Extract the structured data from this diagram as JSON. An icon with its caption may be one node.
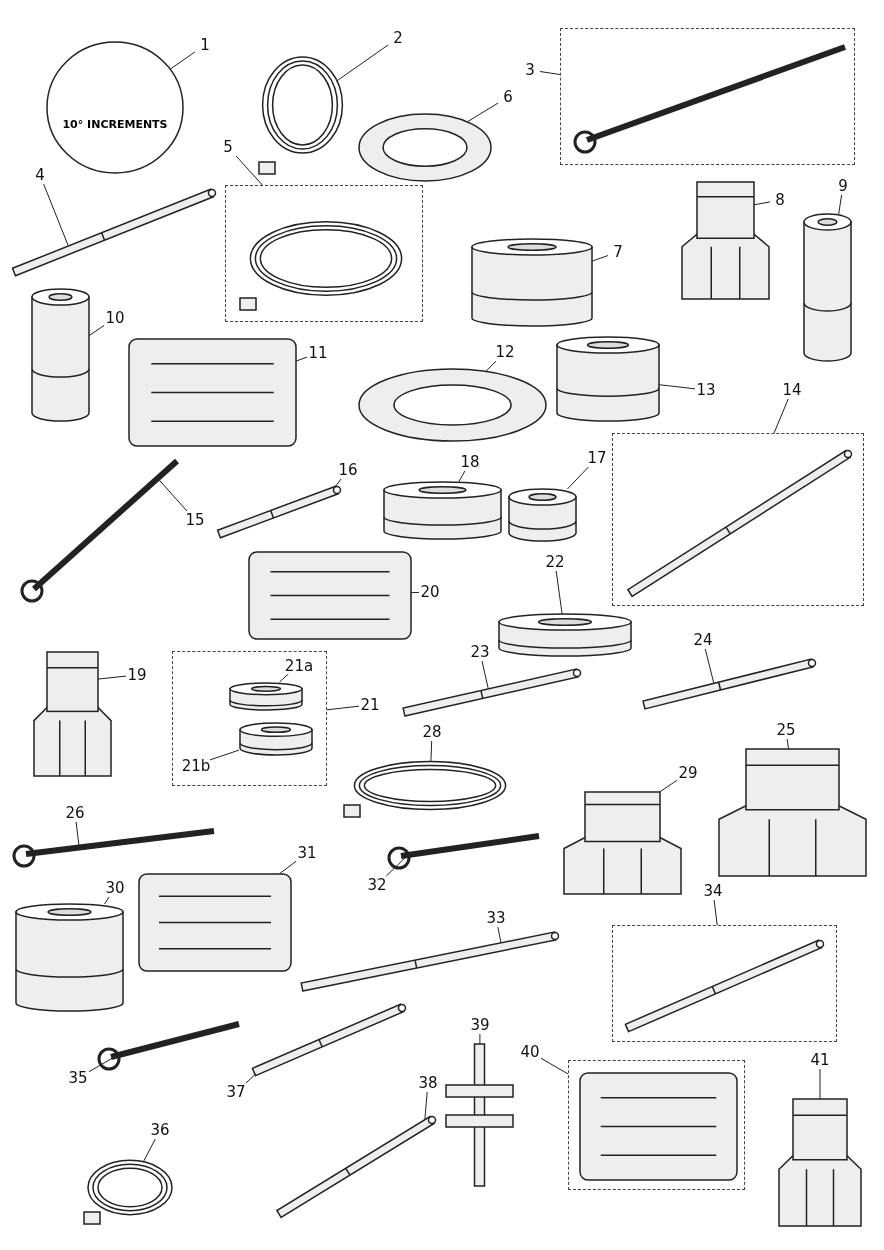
{
  "diagram": {
    "nodes": [
      {
        "text": [
          "1"
        ]
      },
      {
        "text": [
          "10° INCREMENTS"
        ]
      },
      {
        "text": [
          "2"
        ]
      },
      {
        "text": [],
        "shape": "picture"
      },
      {
        "text": [
          "3"
        ]
      },
      {
        "text": [],
        "shape": "box"
      },
      {
        "text": [],
        "shape": "picture",
        "in": 5
      },
      {
        "text": [
          "4"
        ]
      },
      {
        "text": [],
        "shape": "picture"
      },
      {
        "text": [
          "5"
        ]
      },
      {
        "text": [],
        "shape": "box"
      },
      {
        "text": [],
        "shape": "picture",
        "in": 10
      },
      {
        "text": [
          "6"
        ]
      },
      {
        "text": [],
        "shape": "picture"
      },
      {
        "text": [
          "7"
        ]
      },
      {
        "text": [],
        "shape": "picture"
      },
      {
        "text": [
          "8"
        ]
      },
      {
        "text": [],
        "shape": "picture"
      },
      {
        "text": [
          "9"
        ]
      },
      {
        "text": [],
        "shape": "picture"
      },
      {
        "text": [
          "10"
        ]
      },
      {
        "text": [],
        "shape": "picture"
      },
      {
        "text": [
          "11"
        ]
      },
      {
        "text": [],
        "shape": "picture"
      },
      {
        "text": [
          "12"
        ]
      },
      {
        "text": [],
        "shape": "picture"
      },
      {
        "text": [
          "13"
        ]
      },
      {
        "text": [],
        "shape": "picture"
      },
      {
        "text": [
          "14"
        ]
      },
      {
        "text": [],
        "shape": "box"
      },
      {
        "text": [],
        "shape": "picture",
        "in": 29
      },
      {
        "text": [
          "15"
        ]
      },
      {
        "text": [],
        "shape": "picture"
      },
      {
        "text": [
          "16"
        ]
      },
      {
        "text": [],
        "shape": "picture"
      },
      {
        "text": [
          "17"
        ]
      },
      {
        "text": [],
        "shape": "picture"
      },
      {
        "text": [
          "18"
        ]
      },
      {
        "text": [],
        "shape": "picture"
      },
      {
        "text": [
          "19"
        ]
      },
      {
        "text": [],
        "shape": "picture"
      },
      {
        "text": [
          "20"
        ]
      },
      {
        "text": [],
        "shape": "picture"
      },
      {
        "text": [
          "21"
        ]
      },
      {
        "text": [],
        "shape": "box"
      },
      {
        "text": [
          "21a"
        ],
        "in": 44
      },
      {
        "text": [],
        "shape": "picture",
        "in": 44
      },
      {
        "text": [
          "21b"
        ],
        "in": 44
      },
      {
        "text": [],
        "shape": "picture",
        "in": 44
      },
      {
        "text": [
          "22"
        ]
      },
      {
        "text": [],
        "shape": "picture"
      },
      {
        "text": [
          "23"
        ]
      },
      {
        "text": [],
        "shape": "picture"
      },
      {
        "text": [
          "24"
        ]
      },
      {
        "text": [],
        "shape": "picture"
      },
      {
        "text": [
          "25"
        ]
      },
      {
        "text": [],
        "shape": "picture"
      },
      {
        "text": [
          "26"
        ]
      },
      {
        "text": [],
        "shape": "picture"
      },
      {
        "text": [
          "28"
        ]
      },
      {
        "text": [],
        "shape": "picture"
      },
      {
        "text": [
          "29"
        ]
      },
      {
        "text": [],
        "shape": "picture"
      },
      {
        "text": [
          "30"
        ]
      },
      {
        "text": [],
        "shape": "picture"
      },
      {
        "text": [
          "31"
        ]
      },
      {
        "text": [],
        "shape": "picture"
      },
      {
        "text": [
          "32"
        ]
      },
      {
        "text": [],
        "shape": "picture"
      },
      {
        "text": [
          "33"
        ]
      },
      {
        "text": [],
        "shape": "picture"
      },
      {
        "text": [
          "34"
        ]
      },
      {
        "text": [],
        "shape": "box"
      },
      {
        "text": [],
        "shape": "picture",
        "in": 72
      },
      {
        "text": [
          "35"
        ]
      },
      {
        "text": [],
        "shape": "picture"
      },
      {
        "text": [
          "36"
        ]
      },
      {
        "text": [],
        "shape": "picture"
      },
      {
        "text": [
          "37"
        ]
      },
      {
        "text": [],
        "shape": "picture"
      },
      {
        "text": [
          "38"
        ]
      },
      {
        "text": [],
        "shape": "picture"
      },
      {
        "text": [
          "39"
        ]
      },
      {
        "text": [],
        "shape": "picture"
      },
      {
        "text": [
          "40"
        ]
      },
      {
        "text": [],
        "shape": "box"
      },
      {
        "text": [],
        "shape": "picture",
        "in": 85
      },
      {
        "text": [
          "41"
        ]
      },
      {
        "text": [],
        "shape": "picture"
      }
    ],
    "edges": [
      {
        "from": 0,
        "to": 1,
        "arrow": "none"
      },
      {
        "from": 2,
        "to": 3,
        "arrow": "none"
      },
      {
        "from": 4,
        "to": 5,
        "arrow": "none"
      },
      {
        "from": 7,
        "to": 8,
        "arrow": "none"
      },
      {
        "from": 9,
        "to": 10,
        "arrow": "none"
      },
      {
        "from": 12,
        "to": 13,
        "arrow": "none"
      },
      {
        "from": 14,
        "to": 15,
        "arrow": "none"
      },
      {
        "from": 16,
        "to": 17,
        "arrow": "none"
      },
      {
        "from": 18,
        "to": 19,
        "arrow": "none"
      },
      {
        "from": 20,
        "to": 21,
        "arrow": "none"
      },
      {
        "from": 22,
        "to": 23,
        "arrow": "none"
      },
      {
        "from": 24,
        "to": 25,
        "arrow": "none"
      },
      {
        "from": 26,
        "to": 27,
        "arrow": "none"
      },
      {
        "from": 28,
        "to": 29,
        "arrow": "none"
      },
      {
        "from": 31,
        "to": 32,
        "arrow": "none"
      },
      {
        "from": 33,
        "to": 34,
        "arrow": "none"
      },
      {
        "from": 35,
        "to": 36,
        "arrow": "none"
      },
      {
        "from": 37,
        "to": 38,
        "arrow": "none"
      },
      {
        "from": 39,
        "to": 40,
        "arrow": "none"
      },
      {
        "from": 41,
        "to": 42,
        "arrow": "none"
      },
      {
        "from": 43,
        "to": 44,
        "arrow": "none"
      },
      {
        "from": 45,
        "to": 46,
        "arrow": "none"
      },
      {
        "from": 47,
        "to": 48,
        "arrow": "none"
      },
      {
        "from": 49,
        "to": 50,
        "arrow": "none"
      },
      {
        "from": 51,
        "to": 52,
        "arrow": "none"
      },
      {
        "from": 53,
        "to": 54,
        "arrow": "none"
      },
      {
        "from": 55,
        "to": 56,
        "arrow": "none"
      },
      {
        "from": 57,
        "to": 58,
        "arrow": "none"
      },
      {
        "from": 59,
        "to": 60,
        "arrow": "none"
      },
      {
        "from": 61,
        "to": 62,
        "arrow": "none"
      },
      {
        "from": 63,
        "to": 64,
        "arrow": "none"
      },
      {
        "from": 65,
        "to": 66,
        "arrow": "none"
      },
      {
        "from": 67,
        "to": 68,
        "arrow": "none"
      },
      {
        "from": 69,
        "to": 70,
        "arrow": "none"
      },
      {
        "from": 71,
        "to": 72,
        "arrow": "none"
      },
      {
        "from": 74,
        "to": 75,
        "arrow": "none"
      },
      {
        "from": 76,
        "to": 77,
        "arrow": "none"
      },
      {
        "from": 78,
        "to": 79,
        "arrow": "none"
      },
      {
        "from": 80,
        "to": 81,
        "arrow": "none"
      },
      {
        "from": 82,
        "to": 83,
        "arrow": "none"
      },
      {
        "from": 84,
        "to": 85,
        "arrow": "none"
      },
      {
        "from": 87,
        "to": 88,
        "arrow": "none"
      }
    ]
  }
}
